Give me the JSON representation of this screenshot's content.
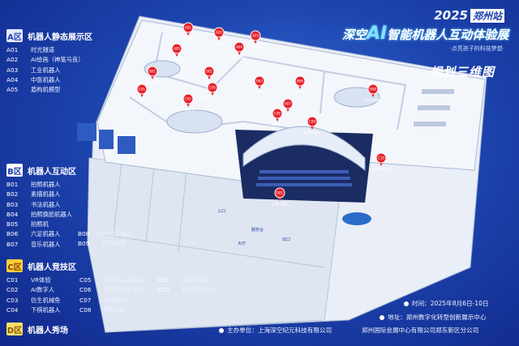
{
  "header": {
    "year": "2025",
    "city": "郑州站",
    "brand": "深空",
    "ai": "AI",
    "title": "智能机器人互动体验展",
    "tagline": "·点亮孩子的科技梦想·",
    "plan_title": "规划三维图"
  },
  "zones": {
    "A": {
      "badge": "A区",
      "title": "机器人静态展示区",
      "items": [
        {
          "code": "A01",
          "name": "时光隧道"
        },
        {
          "code": "A02",
          "name": "AI绘画（神笔马良）"
        },
        {
          "code": "A03",
          "name": "工业机器人"
        },
        {
          "code": "A04",
          "name": "中医机器人"
        },
        {
          "code": "A05",
          "name": "盾构机模型"
        }
      ]
    },
    "B": {
      "badge": "B区",
      "title": "机器人互动区",
      "items": [
        {
          "code": "B01",
          "name": "拍照机器人"
        },
        {
          "code": "B02",
          "name": "素描机器人"
        },
        {
          "code": "B03",
          "name": "书法机器人"
        },
        {
          "code": "B04",
          "name": "拍照换脸机器人"
        },
        {
          "code": "B05",
          "name": "拍照机"
        },
        {
          "code": "B06",
          "name": "六足机器人"
        },
        {
          "code": "B07",
          "name": "音乐机器人"
        }
      ],
      "items_right": [
        {
          "code": "B08",
          "name": "阿尔法机器人"
        },
        {
          "code": "B09",
          "name": "疯狂哐壳"
        }
      ]
    },
    "C": {
      "badge": "C区",
      "title": "机器人竞技区",
      "col1": [
        {
          "code": "C01",
          "name": "VR体验"
        },
        {
          "code": "C02",
          "name": "AI数字人"
        },
        {
          "code": "C03",
          "name": "仿生机械鱼"
        },
        {
          "code": "C04",
          "name": "下棋机器人"
        }
      ],
      "col2": [
        {
          "code": "C05",
          "name": "手摇格斗机器人"
        },
        {
          "code": "C06",
          "name": "体感格斗机器人"
        },
        {
          "code": "C07",
          "name": "轮滑赛车"
        },
        {
          "code": "C08",
          "name": "裸眼3D"
        }
      ],
      "col3": [
        {
          "code": "C09",
          "name": "雕画机器人"
        },
        {
          "code": "C10",
          "name": "机器狗运动会"
        }
      ]
    },
    "D": {
      "badge": "D区",
      "title": "机器人秀场"
    }
  },
  "footer": {
    "time": "时间：2025年8月6日-10日",
    "address": "地址：郑州数字化转型创新展示中心",
    "organizer": "主办单位：上海深空纪元科技有限公司",
    "venue": "郑州国际会展中心有限公司郑东新区分公司"
  },
  "map": {
    "pins": [
      {
        "code": "A01",
        "label": "时光隧道"
      },
      {
        "code": "A02",
        "label": "AI绘画"
      },
      {
        "code": "A03",
        "label": "工业机器人"
      },
      {
        "code": "A04",
        "label": "中医机器人"
      },
      {
        "code": "A05",
        "label": "盾构机模型"
      },
      {
        "code": "B01",
        "label": "拍照机器人"
      },
      {
        "code": "B02",
        "label": "素描机器人"
      },
      {
        "code": "B03",
        "label": "书法机器人"
      },
      {
        "code": "B06",
        "label": "六足机器人"
      },
      {
        "code": "B07",
        "label": "音乐机器人"
      },
      {
        "code": "B08",
        "label": "阿尔法机器人"
      },
      {
        "code": "C01",
        "label": "VR体验"
      },
      {
        "code": "C02",
        "label": "AI数字人"
      },
      {
        "code": "C05",
        "label": "手摇格斗机器人"
      },
      {
        "code": "C06",
        "label": "体感格斗"
      },
      {
        "code": "C09",
        "label": "雕画机器人"
      },
      {
        "code": "C10",
        "label": "机器狗运动会"
      },
      {
        "code": "D01",
        "label": "机器人秀场"
      }
    ],
    "labels": {
      "entrance": "入口",
      "exit": "出口",
      "hall": "大厅",
      "service": "服务台"
    },
    "colors": {
      "pin": "#e8212a",
      "floor": "#eef3fb",
      "wall": "#b9c6dc",
      "stage": "#1a2a5a",
      "accent": "#2ab5ff"
    }
  }
}
